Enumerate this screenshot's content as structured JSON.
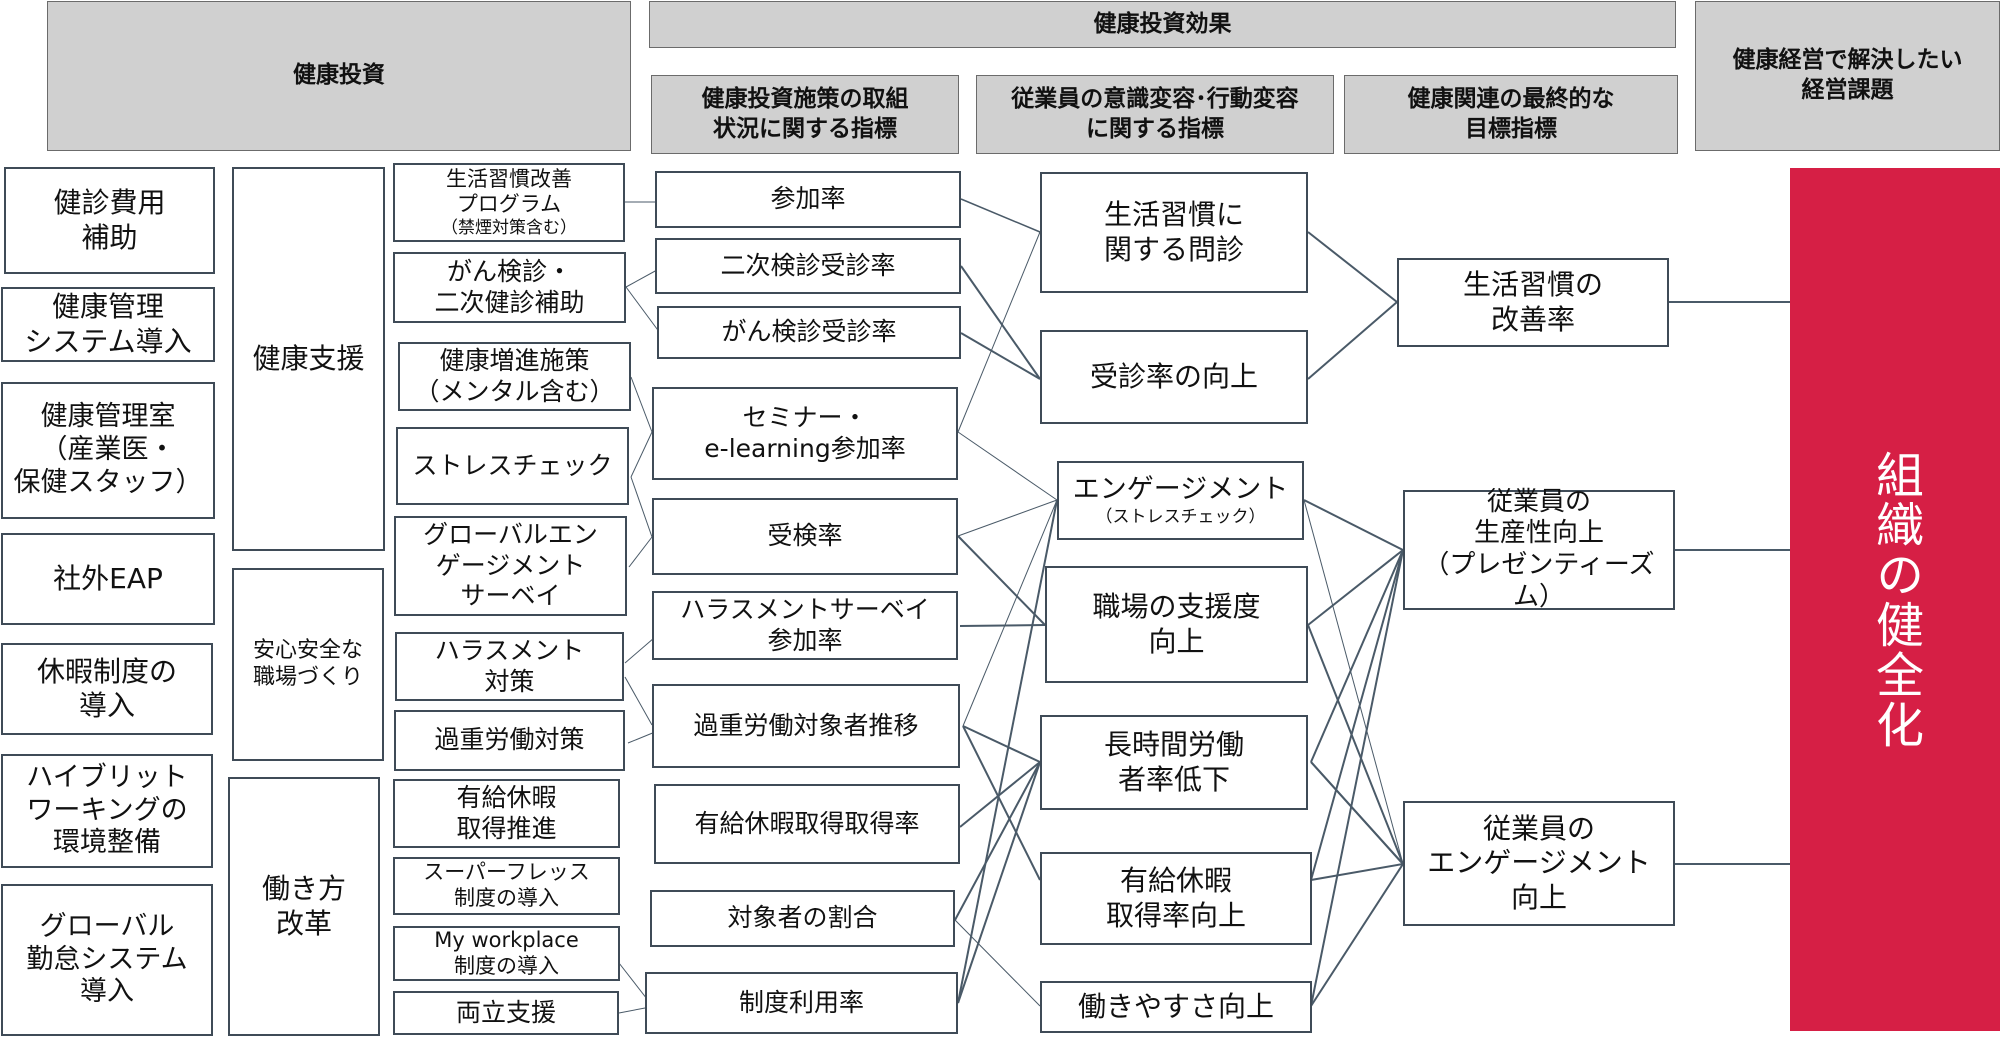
{
  "headers": {
    "investment": "健康投資",
    "effect": "健康投資効果",
    "measures": "健康投資施策の取組\n状況に関する指標",
    "behavior": "従業員の意識変容･行動変容\nに関する指標",
    "final_index": "健康関連の最終的な\n目標指標",
    "issues": "健康経営で解決したい\n経営課題"
  },
  "col1": [
    "健診費用\n補助",
    "健康管理\nシステム導入",
    "健康管理室\n（産業医・\n保健スタッフ）",
    "社外EAP",
    "休暇制度の\n導入",
    "ハイブリット\nワーキングの\n環境整備",
    "グローバル\n勤怠システム\n導入"
  ],
  "col2": [
    "健康支援",
    "安心安全な\n職場づくり",
    "働き方\n改革"
  ],
  "col3": {
    "lifestyle_main": "生活習慣改善\nプログラム",
    "lifestyle_sub": "（禁煙対策含む）",
    "cancer": "がん検診・\n二次健診補助",
    "promotion": "健康増進施策\n（メンタル含む）",
    "stress": "ストレスチェック",
    "global_survey": "グローバルエン\nゲージメント\nサーベイ",
    "harassment": "ハラスメント\n対策",
    "overwork": "過重労働対策",
    "leave": "有給休暇\n取得推進",
    "superflex": "スーパーフレッス\n制度の導入",
    "myworkplace": "My workplace\n制度の導入",
    "balance": "両立支援"
  },
  "col4": {
    "participation": "参加率",
    "secondary": "二次検診受診率",
    "cancer_rate": "がん検診受診率",
    "seminar": "セミナー・\ne-learning参加率",
    "exam": "受検率",
    "harassment_survey": "ハラスメントサーベイ\n参加率",
    "overwork_trend": "過重労働対象者推移",
    "leave_rate": "有給休暇取得取得率",
    "target_ratio": "対象者の割合",
    "usage": "制度利用率"
  },
  "col5": {
    "lifestyle_q": "生活習慣に\n関する問診",
    "visit": "受診率の向上",
    "engagement_main": "エンゲージメント",
    "engagement_sub": "（ストレスチェック）",
    "support": "職場の支援度\n向上",
    "longhours": "長時間労働\n者率低下",
    "paidleave": "有給休暇\n取得率向上",
    "workability": "働きやすさ向上"
  },
  "col6": {
    "lifestyle_improve": "生活習慣の\n改善率",
    "productivity": "従業員の\n生産性向上\n（プレゼンティーズム）",
    "engagement_up": "従業員の\nエンゲージメント\n向上"
  },
  "final": "組織の健全化",
  "colors": {
    "accent": "#d61f45",
    "header_bg": "#d0d0d0",
    "border": "#3f4b57"
  }
}
